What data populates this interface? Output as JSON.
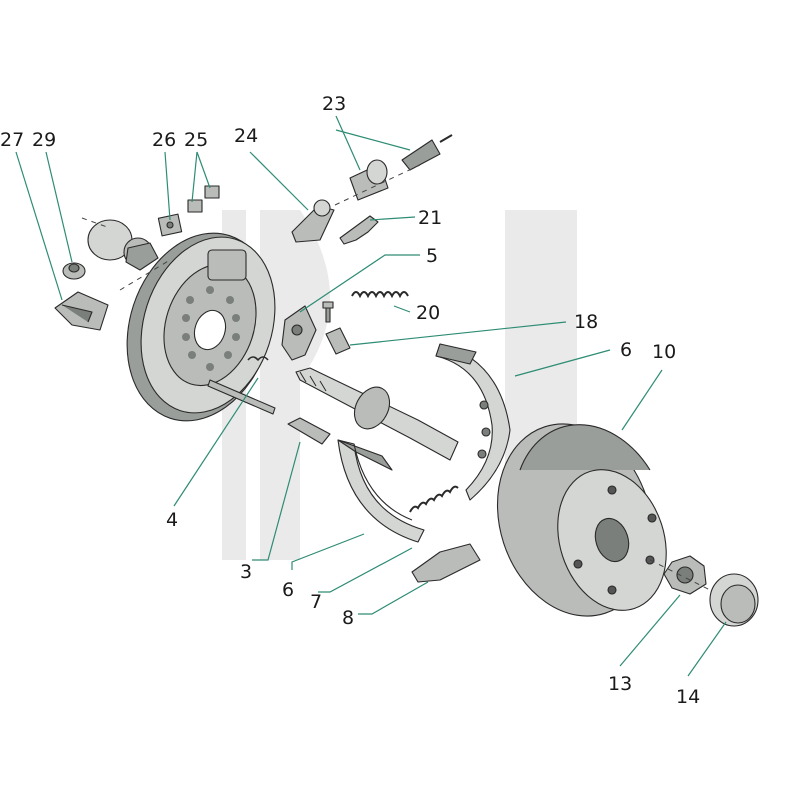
{
  "diagram": {
    "callouts": [
      {
        "id": "27",
        "text": "27"
      },
      {
        "id": "29",
        "text": "29"
      },
      {
        "id": "26",
        "text": "26"
      },
      {
        "id": "25",
        "text": "25"
      },
      {
        "id": "24",
        "text": "24"
      },
      {
        "id": "23",
        "text": "23"
      },
      {
        "id": "21",
        "text": "21"
      },
      {
        "id": "5",
        "text": "5"
      },
      {
        "id": "20",
        "text": "20"
      },
      {
        "id": "18",
        "text": "18"
      },
      {
        "id": "6a",
        "text": "6"
      },
      {
        "id": "10",
        "text": "10"
      },
      {
        "id": "4",
        "text": "4"
      },
      {
        "id": "3",
        "text": "3"
      },
      {
        "id": "6b",
        "text": "6"
      },
      {
        "id": "7",
        "text": "7"
      },
      {
        "id": "8",
        "text": "8"
      },
      {
        "id": "13",
        "text": "13"
      },
      {
        "id": "14",
        "text": "14"
      }
    ],
    "colors": {
      "leader_line": "#2e8c74",
      "part_light": "#d4d6d3",
      "part_mid": "#b9bcb8",
      "part_dark": "#7b7f7b",
      "outline": "#2a2a2a",
      "watermark": "#e6e7e6"
    }
  }
}
